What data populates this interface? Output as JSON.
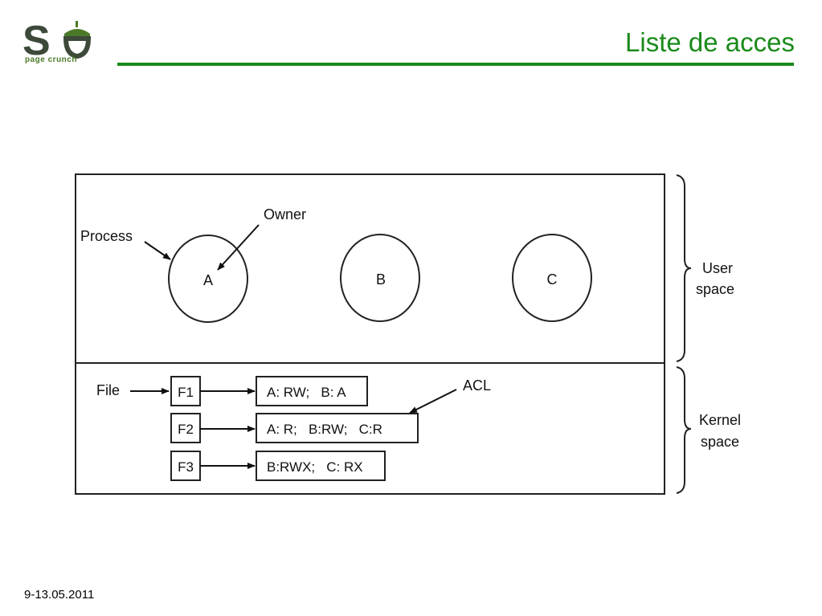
{
  "logo": {
    "subtitle": "page crunch",
    "icon": "acorn-logo-icon",
    "color": "#4a7a28"
  },
  "header": {
    "title": "Liste de acces",
    "accent_color": "#1a8a1a"
  },
  "diagram": {
    "process_label": "Process",
    "owner_label": "Owner",
    "processes": [
      "A",
      "B",
      "C"
    ],
    "file_label": "File",
    "acl_label": "ACL",
    "files": [
      {
        "name": "F1",
        "acl": "A: RW;   B: A"
      },
      {
        "name": "F2",
        "acl": "A: R;   B:RW;   C:R"
      },
      {
        "name": "F3",
        "acl": "B:RWX;   C: RX"
      }
    ],
    "user_space_label": [
      "User",
      "space"
    ],
    "kernel_space_label": [
      "Kernel",
      "space"
    ]
  },
  "footer": {
    "date": "9-13.05.2011"
  }
}
